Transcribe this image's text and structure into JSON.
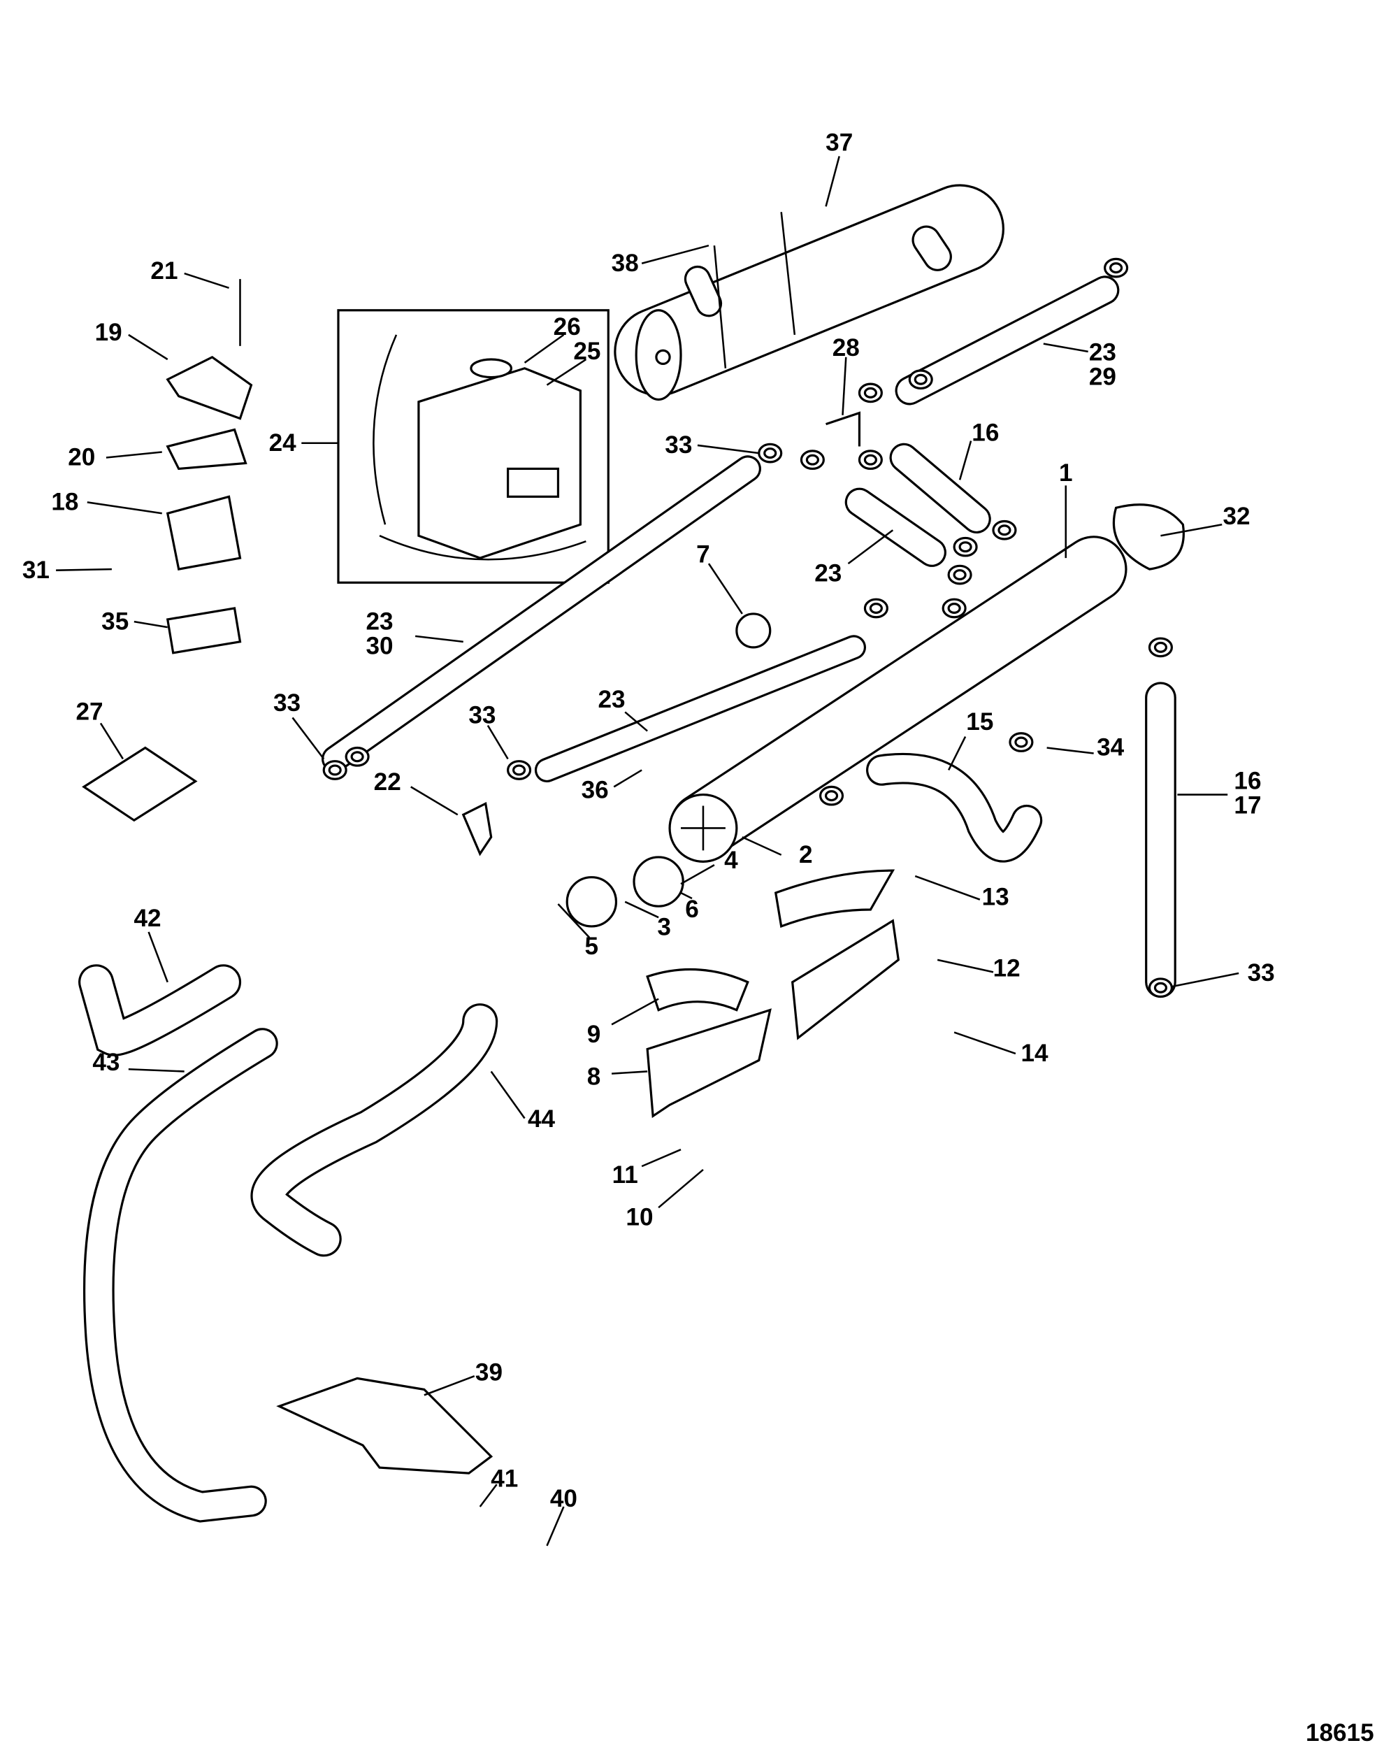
{
  "diagram": {
    "figure_number": "18615",
    "callouts": [
      "37",
      "38",
      "21",
      "26",
      "25",
      "19",
      "28",
      "23",
      "29",
      "24",
      "33",
      "16",
      "1",
      "20",
      "18",
      "32",
      "31",
      "23",
      "7",
      "35",
      "23",
      "30",
      "23",
      "33",
      "33",
      "27",
      "15",
      "34",
      "16",
      "17",
      "22",
      "36",
      "2",
      "4",
      "6",
      "3",
      "13",
      "5",
      "42",
      "12",
      "33",
      "9",
      "14",
      "8",
      "43",
      "44",
      "11",
      "10",
      "39",
      "41",
      "40"
    ],
    "colors": {
      "line": "#000000",
      "background": "#ffffff"
    }
  }
}
